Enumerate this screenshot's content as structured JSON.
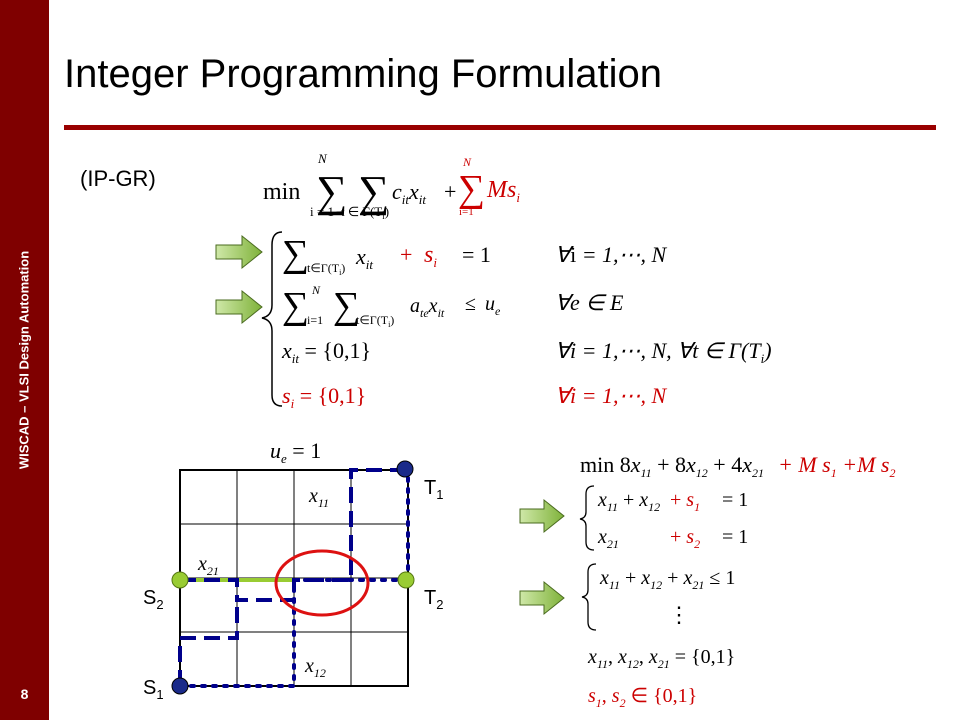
{
  "sidebar": {
    "text": "WISCAD – VLSI Design Automation",
    "page_number": "8"
  },
  "title": "Integer Programming Formulation",
  "formulation": {
    "name": "(IP-GR)",
    "objective": {
      "min": "min",
      "sum_top": "N",
      "sum_i": "i = 1",
      "sum_t": "t ∈ Γ(T",
      "term": "c",
      "plus_m": "+",
      "m": "Ms",
      "sum2_top": "N",
      "sum2_i": "i=1"
    },
    "constraints": [
      {
        "lhs": "∑t∈Γ(Ti) xit",
        "slack": "+ si",
        "rhs": "= 1",
        "domain": "∀i = 1,⋯, N"
      },
      {
        "lhs": "∑i=1N ∑t∈Γ(Ti) ate xit ≤ ue",
        "domain": "∀e ∈ E"
      },
      {
        "lhs": "xit = {0,1}",
        "domain": "∀i = 1,⋯, N,  ∀t ∈ Γ(Ti)"
      },
      {
        "lhs": "si = {0,1}",
        "domain": "∀i = 1,⋯, N"
      }
    ]
  },
  "example": {
    "capacity": "ue = 1",
    "pins": {
      "T1": "T",
      "T1_sub": "1",
      "T2": "T",
      "T2_sub": "2",
      "S1": "S",
      "S1_sub": "1",
      "S2": "S",
      "S2_sub": "2"
    },
    "edge_labels": {
      "x11": "x",
      "x11_sub": "11",
      "x21": "x",
      "x21_sub": "21",
      "x12": "x",
      "x12_sub": "12"
    },
    "objective": "min 8x11 + 8x12 + 4x21",
    "objective_penalty": "+ M s1 + M s2",
    "sys1": [
      {
        "lhs": "x11 + x12",
        "slack": "+ s1",
        "rhs": "= 1"
      },
      {
        "lhs": "x21",
        "slack": "+ s2",
        "rhs": "= 1"
      }
    ],
    "sys2": [
      {
        "lhs": "x11 + x12 + x21 ≤ 1"
      },
      {
        "lhs": "⋮"
      }
    ],
    "binary_x": "x11, x12, x21 = {0,1}",
    "binary_s": "s1, s2 ∈ {0,1}"
  },
  "colors": {
    "sidebar": "#7f0000",
    "rule": "#990000",
    "accent_red": "#cc0000",
    "route_blue": "#00008b",
    "route_green": "#99cc33",
    "arrow_green": "#88bb44"
  }
}
